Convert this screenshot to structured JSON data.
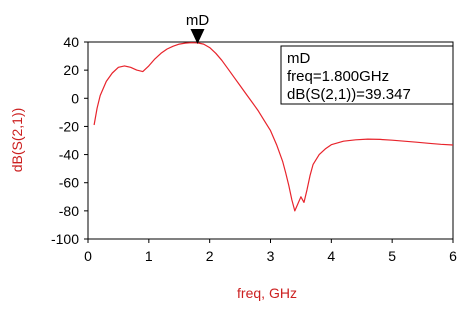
{
  "chart_data": {
    "type": "line",
    "xlabel": "freq, GHz",
    "ylabel": "dB(S(2,1))",
    "xlim": [
      0,
      6
    ],
    "ylim": [
      -100,
      40
    ],
    "grid": false,
    "x_ticks": [
      0,
      1,
      2,
      3,
      4,
      5,
      6
    ],
    "y_ticks": [
      40,
      20,
      0,
      -20,
      -40,
      -60,
      -80,
      -100
    ],
    "x_tick_labels": [
      "0",
      "1",
      "2",
      "3",
      "4",
      "5",
      "6"
    ],
    "y_tick_labels": [
      "40",
      "20",
      "0",
      "-20",
      "-40",
      "-60",
      "-80",
      "-100"
    ],
    "series": [
      {
        "color": "#e8242c",
        "x": [
          0.1,
          0.15,
          0.2,
          0.3,
          0.4,
          0.5,
          0.6,
          0.7,
          0.8,
          0.9,
          1.0,
          1.1,
          1.2,
          1.3,
          1.4,
          1.5,
          1.6,
          1.7,
          1.8,
          1.9,
          2.0,
          2.1,
          2.2,
          2.3,
          2.4,
          2.5,
          2.6,
          2.7,
          2.8,
          2.9,
          3.0,
          3.1,
          3.2,
          3.25,
          3.3,
          3.35,
          3.4,
          3.45,
          3.5,
          3.55,
          3.6,
          3.65,
          3.7,
          3.8,
          3.9,
          4.0,
          4.2,
          4.4,
          4.6,
          4.8,
          5.0,
          5.2,
          5.4,
          5.6,
          5.8,
          6.0
        ],
        "y": [
          -19,
          -7,
          2,
          12,
          18,
          22,
          23,
          22,
          20,
          19,
          23,
          28,
          32,
          35,
          37,
          38.5,
          39.2,
          39.5,
          39.347,
          38.5,
          36,
          32,
          27,
          21,
          15,
          9,
          3,
          -3,
          -9,
          -16,
          -23,
          -33,
          -45,
          -53,
          -62,
          -72,
          -80,
          -75,
          -70,
          -74,
          -65,
          -55,
          -47,
          -40,
          -36,
          -33,
          -30.5,
          -29.5,
          -29,
          -29.2,
          -29.8,
          -30.5,
          -31.2,
          -32,
          -32.7,
          -33.2
        ]
      }
    ],
    "marker": {
      "name": "mD",
      "x": 1.8,
      "y": 39.347,
      "readout_lines": [
        "mD",
        "freq=1.800GHz",
        "dB(S(2,1))=39.347"
      ]
    }
  },
  "colors": {
    "trace": "#e8242c",
    "axis_title": "#cc2020",
    "frame": "#000000",
    "text": "#000000"
  }
}
